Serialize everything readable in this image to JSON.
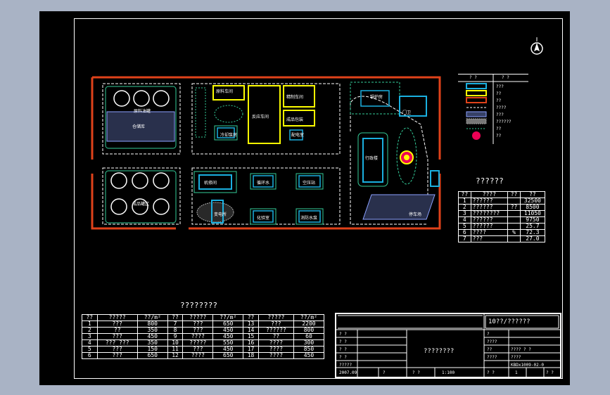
{
  "plan": {
    "buildings": {
      "tank_farm_top": "原料油罐",
      "warehouse_left": "仓储库",
      "workshop_1": "原料车间",
      "main_workshop": "反应车间",
      "workshop_2": "精制车间",
      "workshop_3": "成品包装",
      "pump_room": "冷却泵房",
      "small_box": "配电室",
      "tank_farm_bottom": "成品罐区",
      "center_left": "机修间",
      "center_mid1": "循环水",
      "center_mid2": "空压站",
      "center_mid3": "化验室",
      "center_mid4": "消防水泵",
      "vertical_box": "变电所",
      "power_station": "锅炉房",
      "office": "行政楼",
      "guard": "门卫",
      "parking": "停车场"
    }
  },
  "legend": {
    "header": [
      "? ?",
      "? ?"
    ],
    "rows": [
      "???",
      "??",
      "??",
      "????",
      "???",
      "??????",
      "??",
      "??"
    ]
  },
  "stats": {
    "title": "??????",
    "header": [
      "??",
      "????",
      "??",
      "??"
    ],
    "rows": [
      {
        "n": "1",
        "name": "??????",
        "unit": "",
        "val": "32500"
      },
      {
        "n": "2",
        "name": "??????",
        "unit": "??",
        "val": "8500"
      },
      {
        "n": "3",
        "name": "????????",
        "unit": "",
        "val": "11050"
      },
      {
        "n": "4",
        "name": "??????",
        "unit": "",
        "val": "9750"
      },
      {
        "n": "5",
        "name": "??????",
        "unit": "",
        "val": "25.7"
      },
      {
        "n": "6",
        "name": "????",
        "unit": "%",
        "val": "72.3"
      },
      {
        "n": "7",
        "name": "???",
        "unit": "",
        "val": "27.0"
      }
    ]
  },
  "bottom_table": {
    "title": "????????",
    "header": [
      "??",
      "?????",
      "??/m²",
      "??",
      "?????",
      "??/m²",
      "??",
      "?????",
      "??/m²"
    ],
    "rows": [
      [
        "1",
        "???",
        "800",
        "7",
        "???",
        "650",
        "13",
        "???",
        "2200"
      ],
      [
        "2",
        "??",
        "350",
        "8",
        "???",
        "450",
        "14",
        "??????",
        "800"
      ],
      [
        "3",
        "???",
        "450",
        "9",
        "????",
        "450",
        "15",
        "??",
        "60"
      ],
      [
        "4",
        "??? ???",
        "350",
        "10",
        "?????",
        "550",
        "16",
        "????",
        "300"
      ],
      [
        "5",
        "???",
        "150",
        "11",
        "???",
        "450",
        "17",
        "????",
        "850"
      ],
      [
        "6",
        "???",
        "650",
        "12",
        "????",
        "650",
        "18",
        "????",
        "450"
      ]
    ]
  },
  "title_block": {
    "project": "10??/??????",
    "drawing_name": "????????",
    "left_rows": [
      "? ?",
      "? ?",
      "? ?",
      "? ?"
    ],
    "left_bottom": [
      "?????",
      "2007.09",
      "?"
    ],
    "mid_bottom": [
      "? ?",
      "1:100"
    ],
    "right_rows": [
      "?",
      "????",
      "??",
      "???? ? ?",
      "????",
      "????"
    ],
    "drawing_no": "KBDx1009-02-0",
    "right_bottom": [
      "? ?",
      "1",
      "? ?"
    ]
  }
}
